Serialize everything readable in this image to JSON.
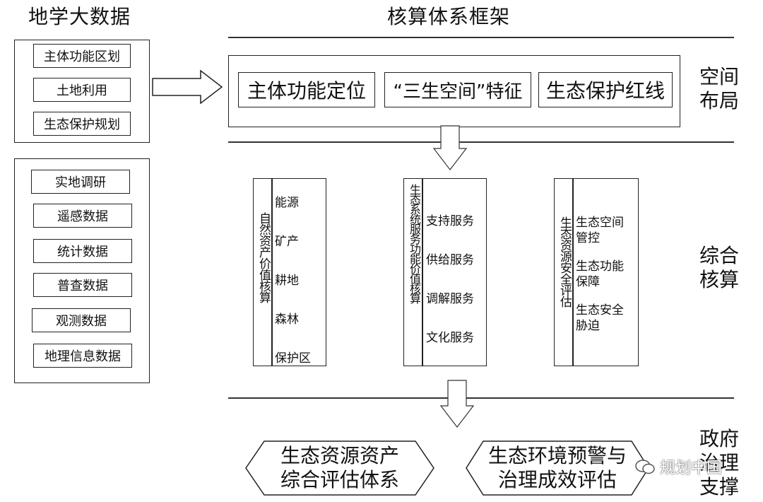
{
  "left": {
    "title": "地学大数据",
    "group1": [
      "主体功能区划",
      "土地利用",
      "生态保护规划"
    ],
    "group2": [
      "实地调研",
      "遥感数据",
      "统计数据",
      "普查数据",
      "观测数据",
      "地理信息数据"
    ]
  },
  "framework": {
    "title": "核算体系框架",
    "bands": {
      "spatial": "空间\n布局",
      "comprehensive": "综合\n核算",
      "governance": "政府\n治理\n支撑"
    },
    "layout_items": [
      "主体功能定位",
      "“三生空间”特征",
      "生态保护红线"
    ],
    "natural": {
      "title": "自然资产价值核算",
      "items": [
        "能源",
        "矿产",
        "耕地",
        "森林",
        "保护区"
      ]
    },
    "ecosystem": {
      "title": "生态系统服务功能价值核算",
      "items": [
        "支持服务",
        "供给服务",
        "调解服务",
        "文化服务"
      ]
    },
    "security": {
      "title": "生态资源安全评估",
      "items": [
        "生态空间\n管控",
        "生态功能\n保障",
        "生态安全\n胁迫"
      ]
    },
    "outputs": [
      "生态资源资产\n综合评估体系",
      "生态环境预警与\n治理成效评估"
    ]
  },
  "watermark": "规划中国"
}
